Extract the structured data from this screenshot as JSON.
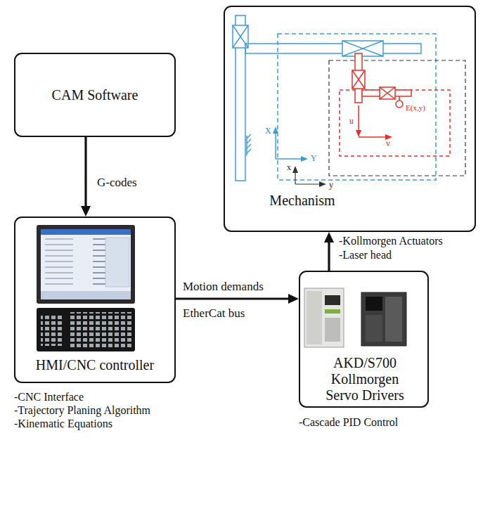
{
  "diagram": {
    "nodes": [
      {
        "text": [
          "CAM Software"
        ]
      },
      {
        "text": [
          "HMI/CNC controller"
        ]
      },
      {
        "text": [
          "AKD/S700 Kollmorgen Servo Drivers"
        ]
      },
      {
        "text": [
          "Mechanism"
        ]
      }
    ],
    "edges": [
      {
        "from": 0,
        "to": 1,
        "arrow": "to",
        "label": "G-codes"
      },
      {
        "from": 1,
        "to": 2,
        "arrow": "to",
        "label": "Motion demands"
      },
      {
        "from": 2,
        "to": 3,
        "arrow": "to"
      }
    ],
    "labels": [
      "EtherCat bus",
      "-Kollmorgen Actuators",
      "-Laser head",
      "-CNC Interface",
      "-Trajectory Planing Algorithm",
      "-Kinematic Equations",
      "-Cascade PID Control",
      "X",
      "Y",
      "u",
      "v",
      "E(x,y)",
      "x",
      "y"
    ]
  }
}
